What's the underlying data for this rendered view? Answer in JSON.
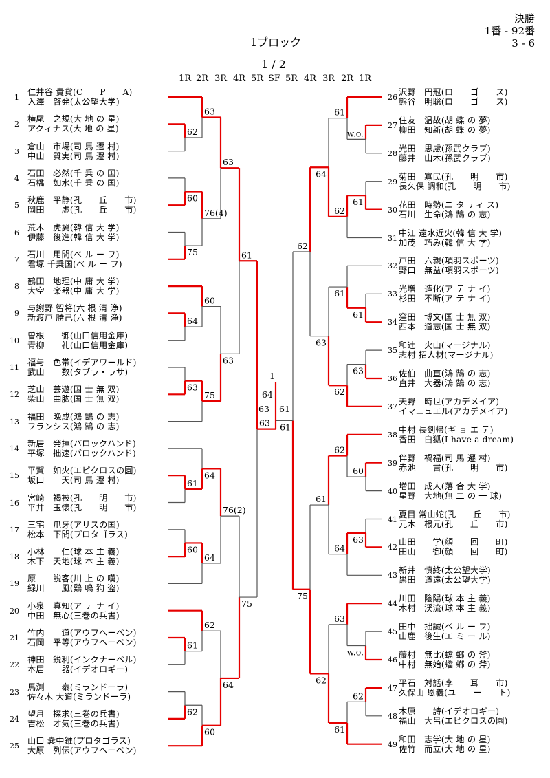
{
  "header": {
    "final_label": "決勝",
    "range": "1番 - 92番",
    "pages": "3 - 6",
    "block": "1ブロック",
    "fraction": "1 / 2"
  },
  "rounds": [
    "1R",
    "2R",
    "3R",
    "4R",
    "5R",
    "SF",
    "5R",
    "4R",
    "3R",
    "2R",
    "1R"
  ],
  "left": [
    {
      "no": "1",
      "a": "仁井谷 貴貨(C　　P　　A)",
      "b": "入澤　啓発(太公望大学)"
    },
    {
      "no": "2",
      "a": "横尾　之規(大 地 の 星)",
      "b": "アクィナス(大 地 の 星)"
    },
    {
      "no": "3",
      "a": "倉山　市場(司 馬 遷 村)",
      "b": "中山　質実(司 馬 遷 村)"
    },
    {
      "no": "4",
      "a": "石田　必然(千 乗 の 国)",
      "b": "石橋　如水(千 乗 の 国)"
    },
    {
      "no": "5",
      "a": "秋鹿　平静(孔　　丘　　市)",
      "b": "岡田　　虚(孔　　丘　　市)"
    },
    {
      "no": "6",
      "a": "荒木　虎翼(韓 信 大 学)",
      "b": "伊藤　後進(韓 信 大 学)"
    },
    {
      "no": "7",
      "a": "石川　用間(ベ ル ー フ)",
      "b": "君塚 千乗国(ベ ル ー フ)"
    },
    {
      "no": "8",
      "a": "鶴田　地理(中 庸 大 学)",
      "b": "大空　楽器(中 庸 大 学)"
    },
    {
      "no": "9",
      "a": "与謝野 智将(六 根 清 浄)",
      "b": "新渡戸 勝己(六 根 清 浄)"
    },
    {
      "no": "10",
      "a": "曽根　　御(山口信用金庫)",
      "b": "青柳　　礼(山口信用金庫)"
    },
    {
      "no": "11",
      "a": "福与　色帯(イデアワールド)",
      "b": "武山　　数(タブラ・ラサ)"
    },
    {
      "no": "12",
      "a": "芝山　芸遊(国 士 無 双)",
      "b": "柴山　曲肱(国 士 無 双)"
    },
    {
      "no": "13",
      "a": "福田　晩成(鴻 鵠 の 志)",
      "b": "フランシス(鴻 鵠 の 志)"
    },
    {
      "no": "14",
      "a": "新居　発揮(バロックハンド)",
      "b": "平塚　拙速(バロックハンド)"
    },
    {
      "no": "15",
      "a": "平賀　如火(エピクロスの園)",
      "b": "坂口　　天(司 馬 遷 村)"
    },
    {
      "no": "16",
      "a": "宮崎　褐被(孔　　明　　市)",
      "b": "平井　玉懐(孔　　明　　市)"
    },
    {
      "no": "17",
      "a": "三宅　爪牙(アリスの国)",
      "b": "松本　下問(プロタゴラス)"
    },
    {
      "no": "18",
      "a": "小林　　仁(球 本 主 義)",
      "b": "木下　天地(球 本 主 義)"
    },
    {
      "no": "19",
      "a": "原　　説客(川 上 の 嘆)",
      "b": "緑川　　風(鶏 鳴 狗 盗)"
    },
    {
      "no": "20",
      "a": "小泉　真知(ア テ ナ イ)",
      "b": "中田　無心(三巻の兵書)"
    },
    {
      "no": "21",
      "a": "竹内　　道(アウフヘーベン)",
      "b": "石岡　平等(アウフヘーベン)"
    },
    {
      "no": "22",
      "a": "神田　鋭利(インクナーベル)",
      "b": "本居　　器(イデオロギー)"
    },
    {
      "no": "23",
      "a": "馬渕　　泰(ミランドーラ)",
      "b": "佐々木 大道(ミランドーラ)"
    },
    {
      "no": "24",
      "a": "望月　探求(三巻の兵書)",
      "b": "吉松　才気(三巻の兵書)"
    },
    {
      "no": "25",
      "a": "山口 嚢中錐(プロタゴラス)",
      "b": "大原　列伝(アウフヘーベン)"
    }
  ],
  "right": [
    {
      "no": "26",
      "a": "沢野　円冠(ロ　　ゴ　　ス)",
      "b": "熊谷　明聡(ロ　　ゴ　　ス)"
    },
    {
      "no": "27",
      "a": "住友　温故(胡 蝶 の 夢)",
      "b": "柳田　知新(胡 蝶 の 夢)"
    },
    {
      "no": "28",
      "a": "光田　思慮(孫武クラブ)",
      "b": "藤井　山木(孫武クラブ)"
    },
    {
      "no": "29",
      "a": "菊田　寡民(孔　　明　　市)",
      "b": "長久保 調和(孔　　明　　市)"
    },
    {
      "no": "30",
      "a": "花田　時勢(ニ タ ティ ス)",
      "b": "石川　生命(鴻 鵠 の 志)"
    },
    {
      "no": "31",
      "a": "中江 遠水近火(韓 信 大 学)",
      "b": "加茂　巧み(韓 信 大 学)"
    },
    {
      "no": "32",
      "a": "戸田　六親(項羽スポーツ)",
      "b": "野口　無益(項羽スポーツ)"
    },
    {
      "no": "33",
      "a": "光増　造化(ア テ ナ イ)",
      "b": "杉田　不断(ア テ ナ イ)"
    },
    {
      "no": "34",
      "a": "窪田　博文(国 士 無 双)",
      "b": "西本　道志(国 士 無 双)"
    },
    {
      "no": "35",
      "a": "和辻　火山(マージナル)",
      "b": "志村 招人材(マージナル)"
    },
    {
      "no": "36",
      "a": "佐伯　曲直(鴻 鵠 の 志)",
      "b": "直井　大器(鴻 鵠 の 志)"
    },
    {
      "no": "37",
      "a": "天野　時世(アカデメイア)",
      "b": "イマニュエル(アカデメイア)"
    },
    {
      "no": "38",
      "a": "中村 長剣帰(ギ ョ エ テ)",
      "b": "香田　白狐(I have a dream)"
    },
    {
      "no": "39",
      "a": "伴野　禍福(司 馬 遷 村)",
      "b": "赤池　　書(孔　　明　　市)"
    },
    {
      "no": "40",
      "a": "増田　成人(落 合 大 学)",
      "b": "星野　大地(無 二 の 一 球)"
    },
    {
      "no": "41",
      "a": "夏目 常山蛇(孔　　丘　　市)",
      "b": "元木　根元(孔　　丘　　市)"
    },
    {
      "no": "42",
      "a": "山田　　学(顔　　回　　町)",
      "b": "田山　　御(顔　　回　　町)"
    },
    {
      "no": "43",
      "a": "新井　慎終(太公望大学)",
      "b": "黒田　道遠(太公望大学)"
    },
    {
      "no": "44",
      "a": "川田　陰陽(球 本 主 義)",
      "b": "木村　渓流(球 本 主 義)"
    },
    {
      "no": "45",
      "a": "田中　拙誠(ベ ル ー フ)",
      "b": "山鹿　後生(エ ミ ー ル)"
    },
    {
      "no": "46",
      "a": "藤村　無比(蟷 螂 の 斧)",
      "b": "中村　無始(蟷 螂 の 斧)"
    },
    {
      "no": "47",
      "a": "平石　対話(李　　耳　　市)",
      "b": "久保山 恩義(ユ　　ー　　ト)"
    },
    {
      "no": "48",
      "a": "木原　　詩(イデオロギー)",
      "b": "福山　大呂(エピクロスの園)"
    },
    {
      "no": "49",
      "a": "和田　志学(大 地 の 星)",
      "b": "佐竹　而立(大 地 の 星)"
    }
  ],
  "left_scores": {
    "r1": [
      "62",
      "60",
      "75",
      "64",
      "63",
      "61",
      "60",
      "61",
      "62"
    ],
    "r2": [
      "63",
      "76(4)",
      "60",
      "75",
      "64",
      "64",
      "62",
      "60"
    ],
    "r3": [
      "63",
      "63",
      "76(2)",
      "64"
    ],
    "r4": [
      "61",
      "75"
    ],
    "r5": [
      "63"
    ]
  },
  "right_scores": {
    "r1": [
      "w.o.",
      "61",
      "61",
      "63",
      "60",
      "63",
      "w.o.",
      "62"
    ],
    "r2": [
      "61",
      "62",
      "61",
      "62",
      "62",
      "64",
      "63",
      "61"
    ],
    "r3": [
      "64",
      "63",
      "61",
      "62"
    ],
    "r4": [
      "62",
      "75"
    ],
    "r5": [
      "61"
    ]
  },
  "final": {
    "champion": "1",
    "score_top": "64",
    "score_left": "63",
    "score_right": "61"
  },
  "colors": {
    "win": "#e60000",
    "lose": "#555555"
  }
}
